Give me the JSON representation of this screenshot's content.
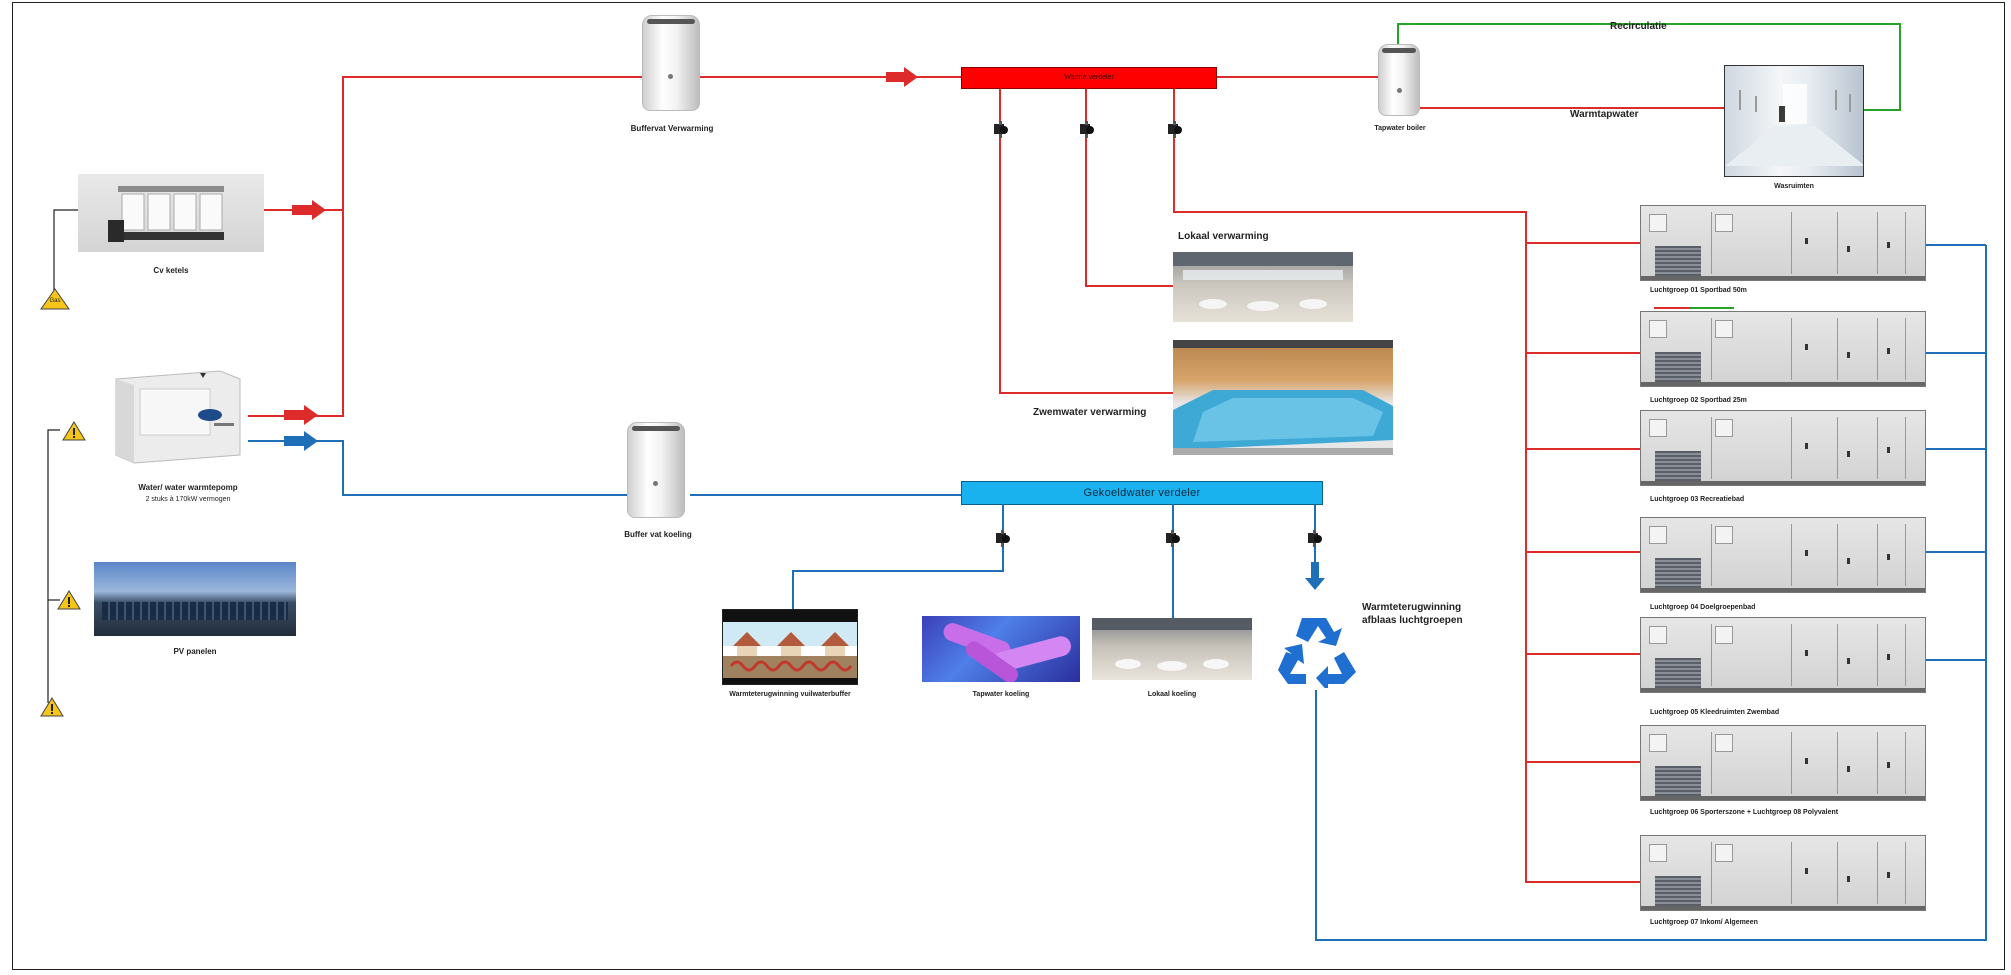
{
  "diagram": {
    "cv_ketels": "Cv ketels",
    "gas_badge": "Gas",
    "warmtepomp": "Water/ water warmtepomp",
    "warmtepomp_sub": "2 stuks à 170kW vermogen",
    "pv_panelen": "PV panelen",
    "buffervat_verwarming": "Buffervat Verwarming",
    "buffer_vat_koeling": "Buffer vat koeling",
    "warm_verdeler": "Warme verdeler",
    "gekoeld_verdeler": "Gekoeldwater verdeler",
    "tapwater_boiler": "Tapwater boiler",
    "recirculatie": "Recirculatie",
    "warmtapwater": "Warmtapwater",
    "wasruimten": "Wasruimten",
    "lokaal_verwarming": "Lokaal verwarming",
    "zwemwater_verwarming": "Zwemwater verwarming",
    "wtw_vuilwaterbuffer": "Warmteterugwinning vuilwaterbuffer",
    "tapwater_koeling": "Tapwater koeling",
    "lokaal_koeling": "Lokaal koeling",
    "wtw_afblaas_line1": "Warmteterugwinning",
    "wtw_afblaas_line2": "afblaas luchtgroepen",
    "luchtgroepen": [
      "Luchtgroep 01 Sportbad 50m",
      "Luchtgroep 02 Sportbad 25m",
      "Luchtgroep 03 Recreatiebad",
      "Luchtgroep 04 Doelgroepenbad",
      "Luchtgroep 05 Kleedruimten Zwembad",
      "Luchtgroep 06 Sporterszone + Luchtgroep 08 Polyvalent",
      "Luchtgroep 07 Inkom/ Algemeen"
    ],
    "colors": {
      "hot_pipe": "#dd2a2a",
      "cold_pipe": "#1f6fb8",
      "recirc_pipe": "#27a327",
      "warm_distributor": "#ff0000",
      "cold_distributor": "#1ab2ee",
      "warning": "#f5c518"
    }
  }
}
